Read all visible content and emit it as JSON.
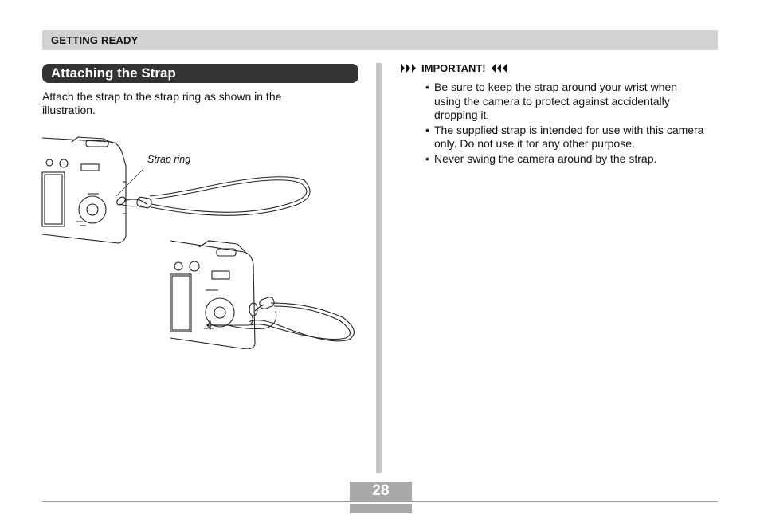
{
  "header": {
    "section": "GETTING READY"
  },
  "section": {
    "title": "Attaching the Strap",
    "intro": "Attach the strap to the strap ring as shown in the illustration."
  },
  "illustration": {
    "callout": "Strap ring"
  },
  "important": {
    "heading": "IMPORTANT!",
    "bullets": [
      "Be sure to keep the strap around your wrist when using the camera to protect against accidentally dropping it.",
      "The supplied strap is intended for use with this camera only. Do not use it for any other purpose.",
      "Never swing the camera around by the strap."
    ]
  },
  "footer": {
    "page_number": "28"
  }
}
